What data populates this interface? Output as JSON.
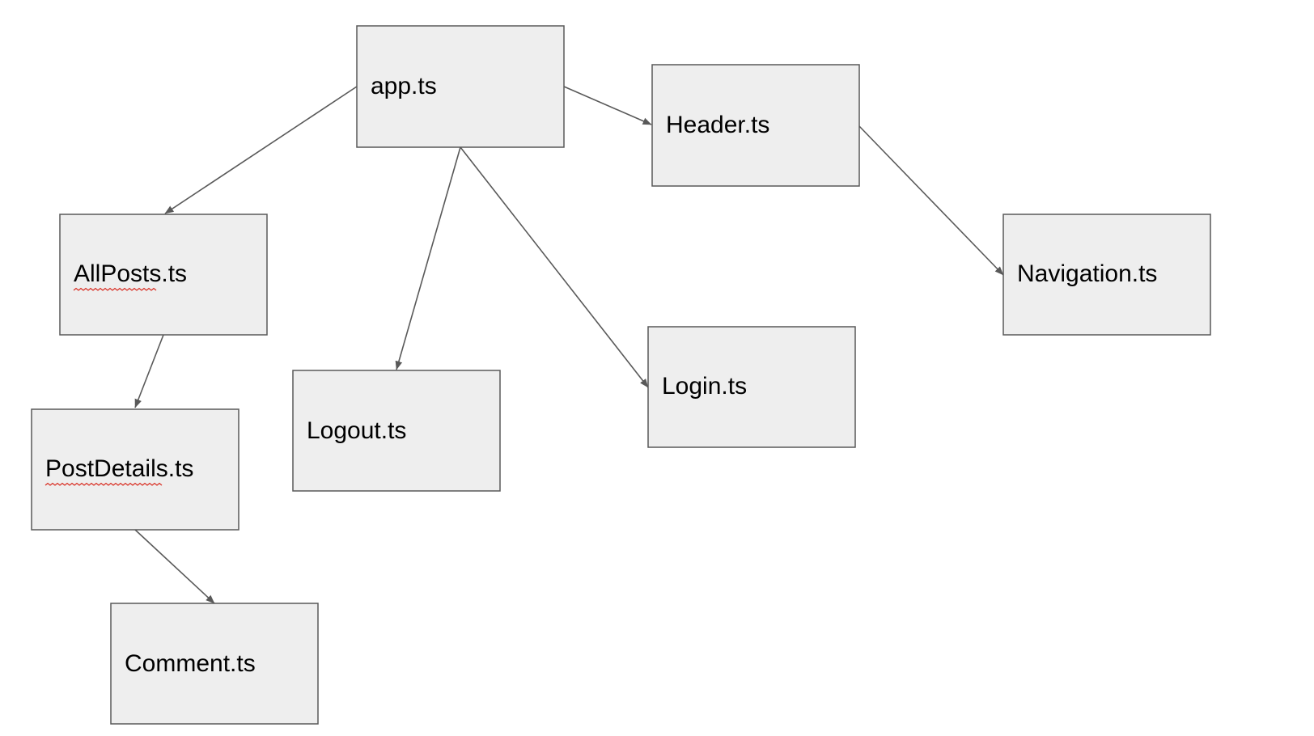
{
  "diagram": {
    "nodes": [
      {
        "id": "app",
        "label": "app.ts"
      },
      {
        "id": "header",
        "label": "Header.ts"
      },
      {
        "id": "allposts",
        "label": "AllPosts.ts"
      },
      {
        "id": "navigation",
        "label": "Navigation.ts"
      },
      {
        "id": "login",
        "label": "Login.ts"
      },
      {
        "id": "logout",
        "label": "Logout.ts"
      },
      {
        "id": "postdetails",
        "label": "PostDetails.ts"
      },
      {
        "id": "comment",
        "label": "Comment.ts"
      }
    ],
    "edges": [
      {
        "from": "app",
        "to": "allposts"
      },
      {
        "from": "app",
        "to": "header"
      },
      {
        "from": "app",
        "to": "logout"
      },
      {
        "from": "app",
        "to": "login"
      },
      {
        "from": "header",
        "to": "navigation"
      },
      {
        "from": "allposts",
        "to": "postdetails"
      },
      {
        "from": "postdetails",
        "to": "comment"
      }
    ],
    "colors": {
      "box_fill": "#eeeeee",
      "box_stroke": "#595959",
      "edge": "#595959",
      "spellcheck_underline": "#d93025"
    }
  }
}
